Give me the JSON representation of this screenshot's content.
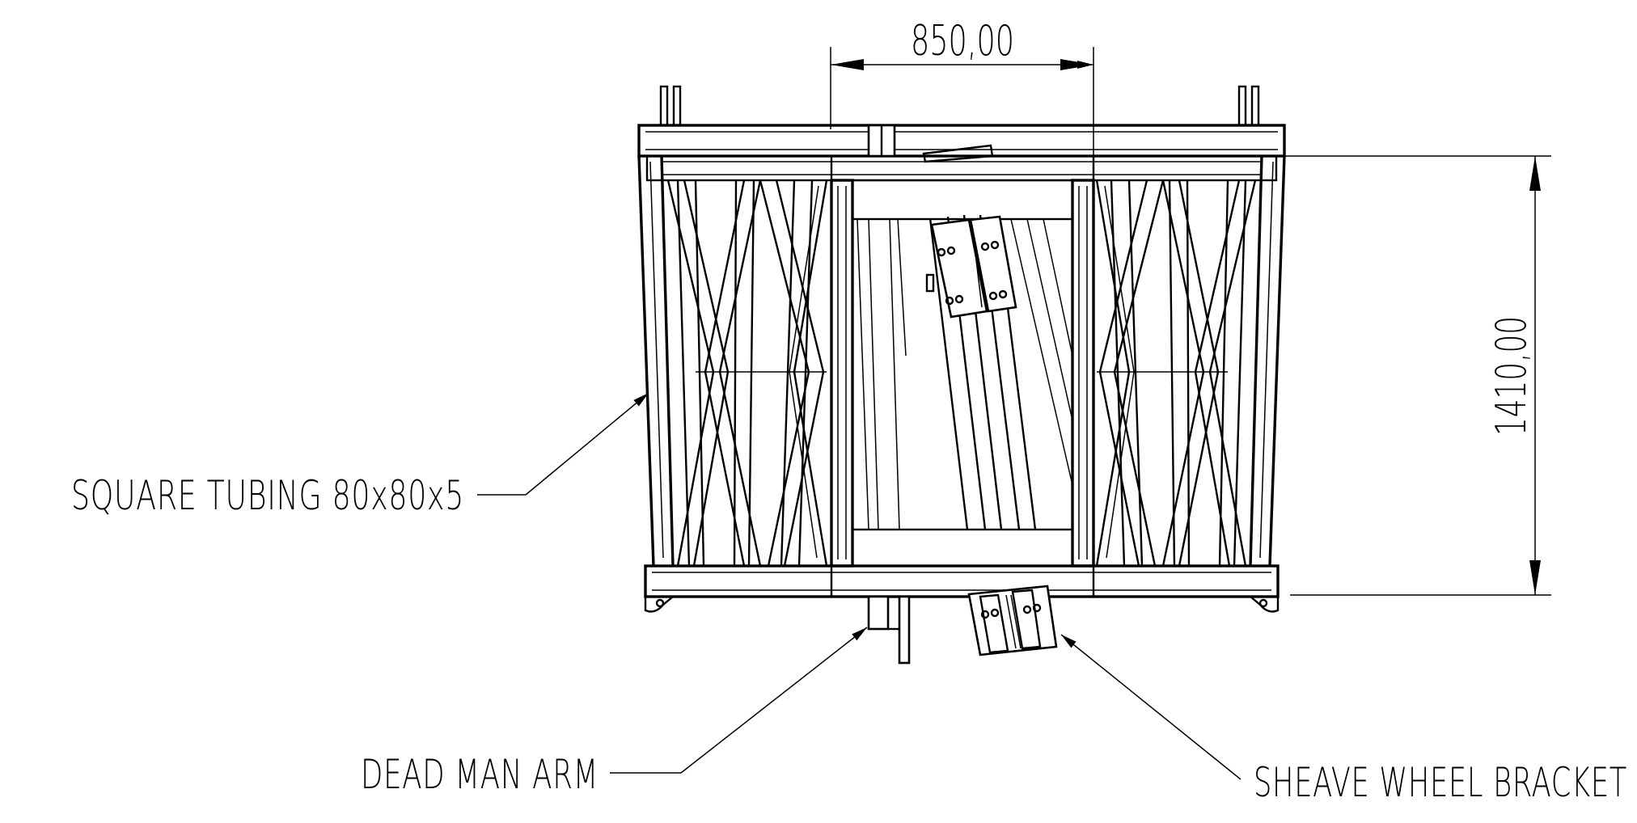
{
  "dimensions": {
    "width_label": "850,00",
    "height_label": "1410,00"
  },
  "callouts": {
    "square_tubing": "SQUARE TUBING 80x80x5",
    "dead_man_arm": "DEAD MAN ARM",
    "sheave_wheel_bracket": "SHEAVE WHEEL BRACKET"
  }
}
